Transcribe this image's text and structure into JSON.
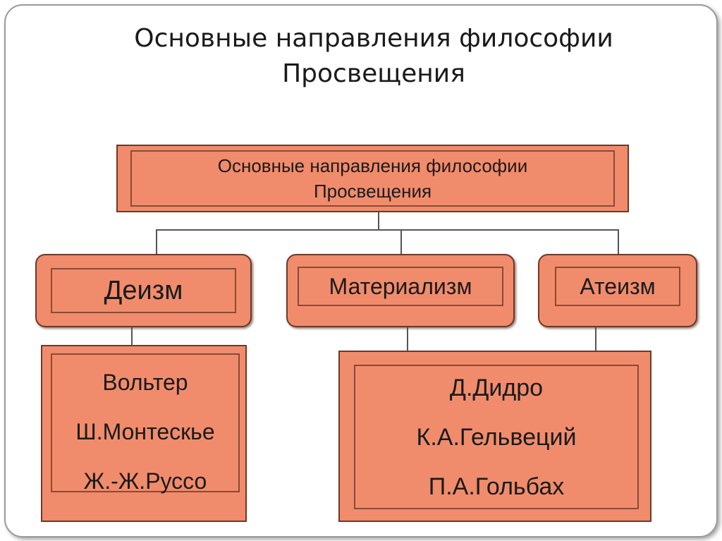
{
  "title": {
    "line1": "Основные направления философии",
    "line2": "Просвещения"
  },
  "root": {
    "line1": "Основные направления философии",
    "line2": "Просвещения"
  },
  "branches": [
    {
      "label": "Деизм"
    },
    {
      "label": "Материализм"
    },
    {
      "label": "Атеизм"
    }
  ],
  "deism_thinkers": [
    "Вольтер",
    "Ш.Монтескье",
    "Ж.-Ж.Руссо"
  ],
  "materialism_thinkers": [
    "Д.Дидро",
    "К.А.Гельвеций",
    "П.А.Гольбах"
  ],
  "colors": {
    "box_fill": "#f08c6c",
    "box_border": "#6b3a2a",
    "connector": "#555555"
  }
}
